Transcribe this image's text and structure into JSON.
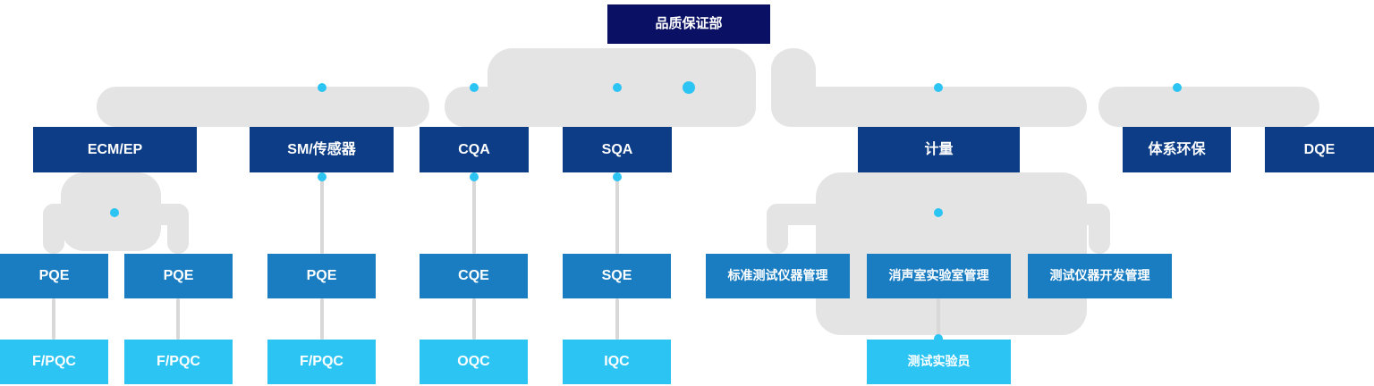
{
  "org": {
    "root": {
      "label": "品质保证部"
    },
    "level2": [
      {
        "label": "ECM/EP"
      },
      {
        "label": "SM/传感器"
      },
      {
        "label": "CQA"
      },
      {
        "label": "SQA"
      },
      {
        "label": "计量"
      },
      {
        "label": "体系环保"
      },
      {
        "label": "DQE"
      }
    ],
    "level3": [
      {
        "label": "PQE"
      },
      {
        "label": "PQE"
      },
      {
        "label": "PQE"
      },
      {
        "label": "CQE"
      },
      {
        "label": "SQE"
      },
      {
        "label": "标准测试仪器管理"
      },
      {
        "label": "消声室实验室管理"
      },
      {
        "label": "测试仪器开发管理"
      }
    ],
    "level4": [
      {
        "label": "F/PQC"
      },
      {
        "label": "F/PQC"
      },
      {
        "label": "F/PQC"
      },
      {
        "label": "OQC"
      },
      {
        "label": "IQC"
      },
      {
        "label": "测试实验员"
      }
    ]
  },
  "colors": {
    "root_bg": "#0a1164",
    "level2_bg": "#0c3d86",
    "level3_bg": "#1a7dc2",
    "level4_bg": "#2bc4f3",
    "connector": "#e4e4e4",
    "junction_dot": "#2bc4f3",
    "text": "#ffffff"
  }
}
